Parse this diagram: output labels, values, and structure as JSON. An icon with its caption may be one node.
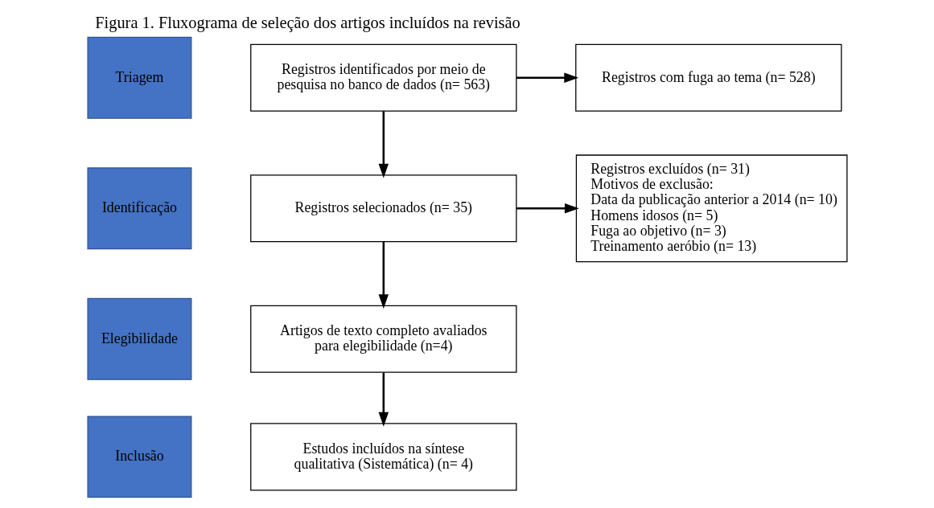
{
  "diagram": {
    "title": "Figura 1. Fluxograma de seleção dos artigos incluídos na revisão",
    "nodes": [
      {
        "text": [
          "Triagem"
        ]
      },
      {
        "text": [
          "Identificação"
        ]
      },
      {
        "text": [
          "Elegibilidade"
        ]
      },
      {
        "text": [
          "Inclusão"
        ]
      },
      {
        "text": [
          "Registros identificados por meio de pesquisa no banco de dados (n= 563)"
        ]
      },
      {
        "text": [
          "Registros com fuga ao tema (n= 528)"
        ]
      },
      {
        "text": [
          "Registros selecionados (n= 35)"
        ]
      },
      {
        "text": [
          "Registros excluídos (n= 31)",
          "Motivos de exclusão:",
          "Data da publicação anterior a 2014 (n= 10)",
          "Homens idosos (n= 5)",
          "Fuga ao objetivo (n= 3)",
          "Treinamento aeróbio (n= 13)"
        ]
      },
      {
        "text": [
          "Artigos de texto completo avaliados para elegibilidade (n=4)"
        ]
      },
      {
        "text": [
          "Estudos incluídos na síntese qualitativa (Sistemática) (n= 4)"
        ]
      }
    ],
    "edges": [
      {
        "from": 4,
        "to": 5,
        "arrow": "to"
      },
      {
        "from": 4,
        "to": 6,
        "arrow": "to"
      },
      {
        "from": 6,
        "to": 7,
        "arrow": "to"
      },
      {
        "from": 6,
        "to": 8,
        "arrow": "to"
      },
      {
        "from": 8,
        "to": 9,
        "arrow": "to"
      }
    ]
  }
}
